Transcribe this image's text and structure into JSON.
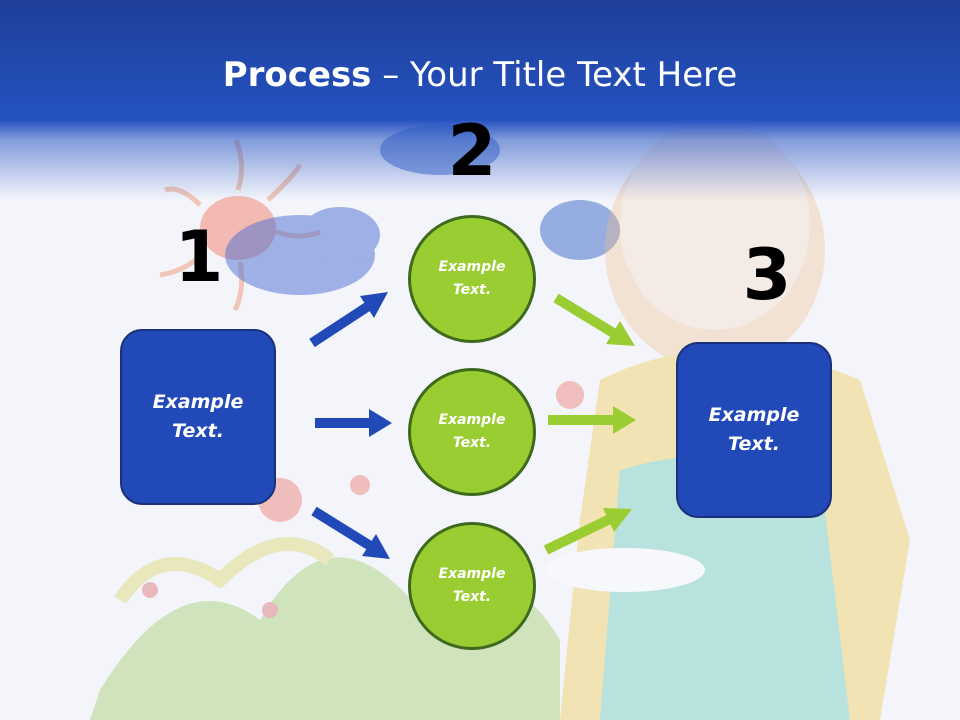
{
  "title": {
    "bold": "Process",
    "rest": " – Your Title Text Here"
  },
  "steps": [
    {
      "number": "1",
      "text_line1": "Example",
      "text_line2": "Text."
    },
    {
      "number": "2"
    },
    {
      "number": "3",
      "text_line1": "Example",
      "text_line2": "Text."
    }
  ],
  "circles": [
    {
      "text_line1": "Example",
      "text_line2": "Text."
    },
    {
      "text_line1": "Example",
      "text_line2": "Text."
    },
    {
      "text_line1": "Example",
      "text_line2": "Text."
    }
  ],
  "colors": {
    "header_blue": "#2552c0",
    "box_blue": "#2249b8",
    "circle_green": "#9acd32",
    "arrow_blue": "#2249b8",
    "arrow_green": "#9acd32"
  }
}
